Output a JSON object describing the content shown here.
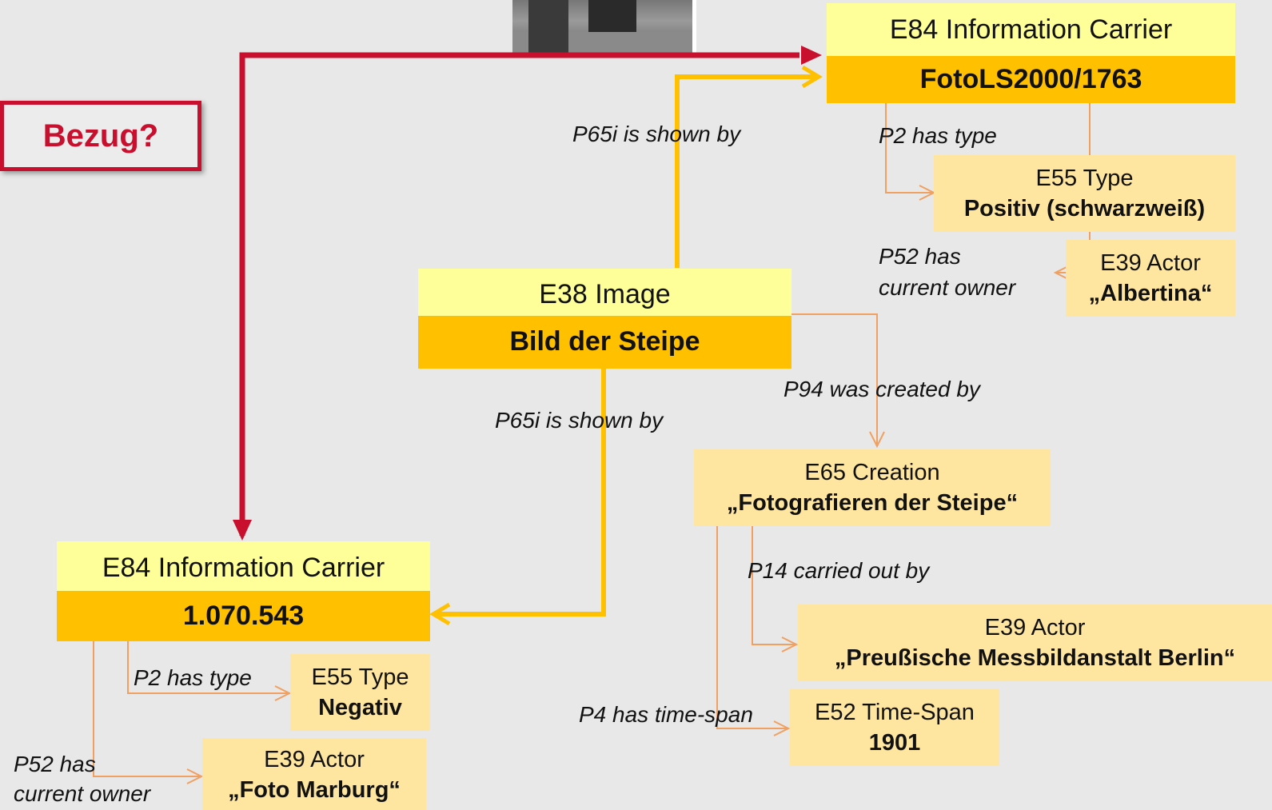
{
  "bezug_label": "Bezug?",
  "image_node": {
    "class": "E38 Image",
    "value": "Bild der Steipe"
  },
  "carrier_top": {
    "class": "E84 Information Carrier",
    "value": "FotoLS2000/1763"
  },
  "carrier_bottom": {
    "class": "E84 Information Carrier",
    "value": "1.070.543"
  },
  "top_type": {
    "class": "E55 Type",
    "value": "Positiv (schwarzweiß)"
  },
  "top_actor": {
    "class": "E39 Actor",
    "value": "„Albertina“"
  },
  "creation": {
    "class": "E65 Creation",
    "value": "„Fotografieren der Steipe“"
  },
  "creation_actor": {
    "class": "E39 Actor",
    "value": "„Preußische Messbildanstalt Berlin“"
  },
  "timespan": {
    "class": "E52 Time-Span",
    "value": "1901"
  },
  "bottom_type": {
    "class": "E55 Type",
    "value": "Negativ"
  },
  "bottom_actor": {
    "class": "E39 Actor",
    "value": "„Foto Marburg“"
  },
  "props": {
    "p65i_top": "P65i is shown by",
    "p65i_bottom": "P65i is shown by",
    "p2_top": "P2 has type",
    "p52_top_1": "P52 has",
    "p52_top_2": "current owner",
    "p94": "P94 was created by",
    "p14": "P14 carried out by",
    "p4": "P4 has time-span",
    "p2_bottom": "P2 has type",
    "p52_bottom_1": "P52 has",
    "p52_bottom_2": "current owner"
  },
  "colors": {
    "background": "#e8e8e8",
    "node_header": "#ffff9a",
    "node_value": "#ffc000",
    "small_node": "#ffe6a0",
    "red_arrow": "#c8102e",
    "yellow_arrow": "#ffc000",
    "orange_line": "#f0a060"
  }
}
